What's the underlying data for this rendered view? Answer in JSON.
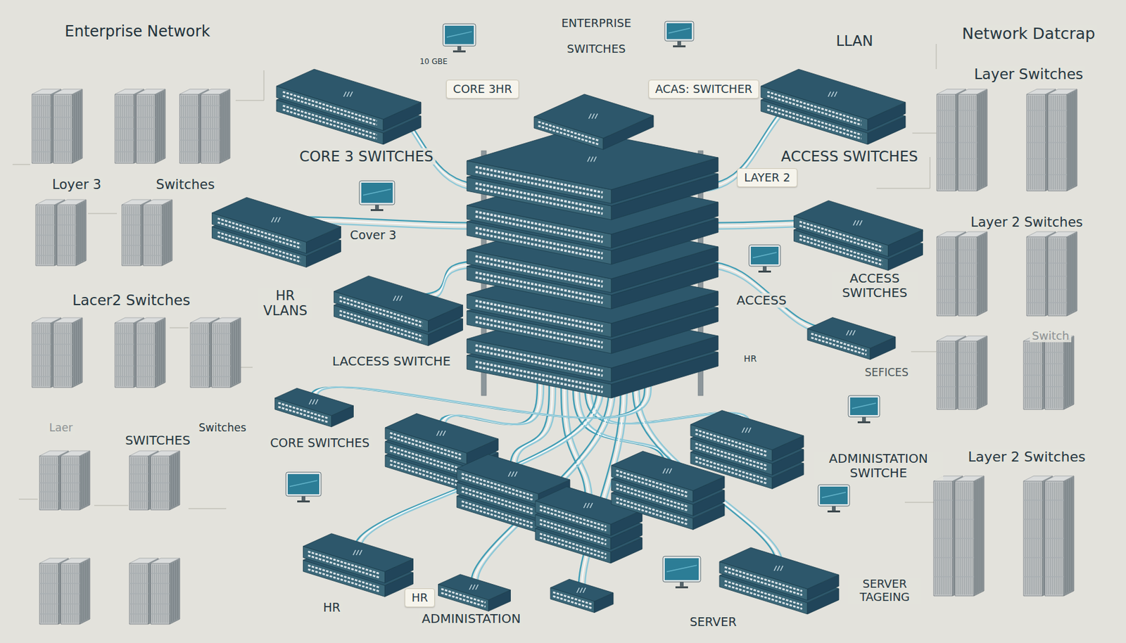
{
  "diagram": {
    "title": "Enterprise Network",
    "nodes": [
      {
        "text": [
          "CORE 3HR"
        ]
      },
      {
        "text": [
          "ACAS: SWITCHER"
        ]
      },
      {
        "text": [
          "LAYER 2"
        ]
      },
      {
        "text": [
          "HR"
        ]
      }
    ],
    "labels": [
      "10 GBE",
      "ENTERPRISE",
      "SWITCHES",
      "LLAN",
      "Network Datcrap",
      "Layer Switches",
      "CORE 3 SWITCHES",
      "ACCESS SWITCHES",
      "Loyer 3",
      "Switches",
      "Layer 2 Switches",
      "Cover 3",
      "ACCESS SWITCHES",
      "Lacer2 Switches",
      "HR VLANS",
      "ACCESS",
      "Switch",
      "LACCESS SWITCHE",
      "HR",
      "SEFICES",
      "Laer",
      "Switches",
      "SWITCHES",
      "CORE SWITCHES",
      "ADMINISTATION SWITCHE",
      "Layer 2 Switches",
      "SERVER TAGEING",
      "HR",
      "ADMINISTATION",
      "SERVER"
    ]
  }
}
